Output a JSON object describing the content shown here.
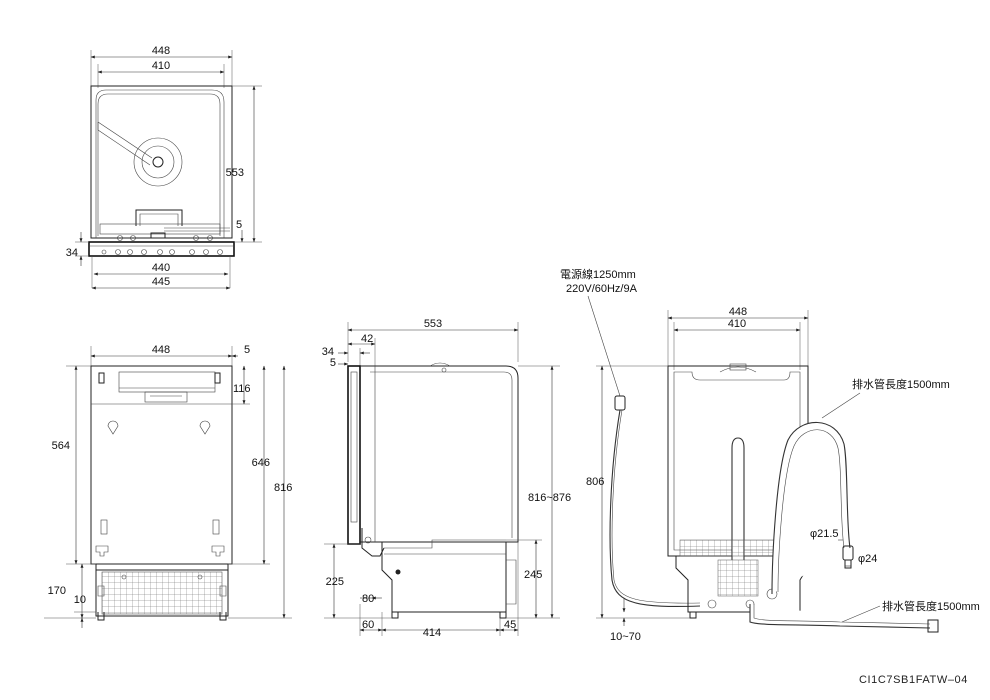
{
  "top_view": {
    "width_outer": "448",
    "width_inner": "410",
    "depth": "553",
    "panel_gap": "5",
    "panel_height": "34",
    "base_width_inner": "440",
    "base_width_outer": "445"
  },
  "front_view": {
    "width": "448",
    "top_gap": "5",
    "panel_depth": "116",
    "inner_height": "564",
    "body_height": "646",
    "total_height": "816",
    "base_height": "170",
    "foot_height": "10"
  },
  "side_view": {
    "depth": "553",
    "door_offset": "42",
    "door_thickness": "34",
    "door_gap": "5",
    "height_range": "816~876",
    "lower_height": "225",
    "base_right_height": "245",
    "hose_offset": "80",
    "front_clearance": "60",
    "base_depth": "414",
    "rear_clearance": "45"
  },
  "rear_view": {
    "width_outer": "448",
    "width_inner": "410",
    "height": "806",
    "inlet_range": "10~70",
    "power_cord_line1": "電源線1250mm",
    "power_cord_line2": "220V/60Hz/9A",
    "drain_hose_label_top": "排水管長度1500mm",
    "drain_hose_label_bottom": "排水管長度1500mm",
    "diameter_small": "φ21.5",
    "diameter_large": "φ24"
  },
  "model_code": "CI1C7SB1FATW–04"
}
